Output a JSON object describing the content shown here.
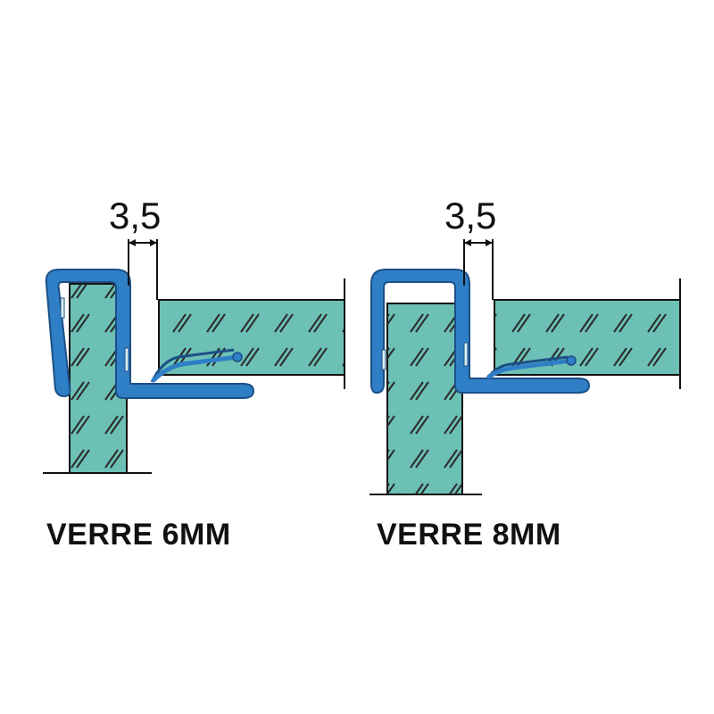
{
  "figures": [
    {
      "caption": "VERRE 6MM",
      "dimension_label": "3,5"
    },
    {
      "caption": "VERRE 8MM",
      "dimension_label": "3,5"
    }
  ],
  "colors": {
    "glass": "#6cc0b5",
    "seal": "#2f7fc6",
    "seal_outline": "#1c4f86",
    "hatch": "#2a2a2a",
    "line": "#111111"
  }
}
